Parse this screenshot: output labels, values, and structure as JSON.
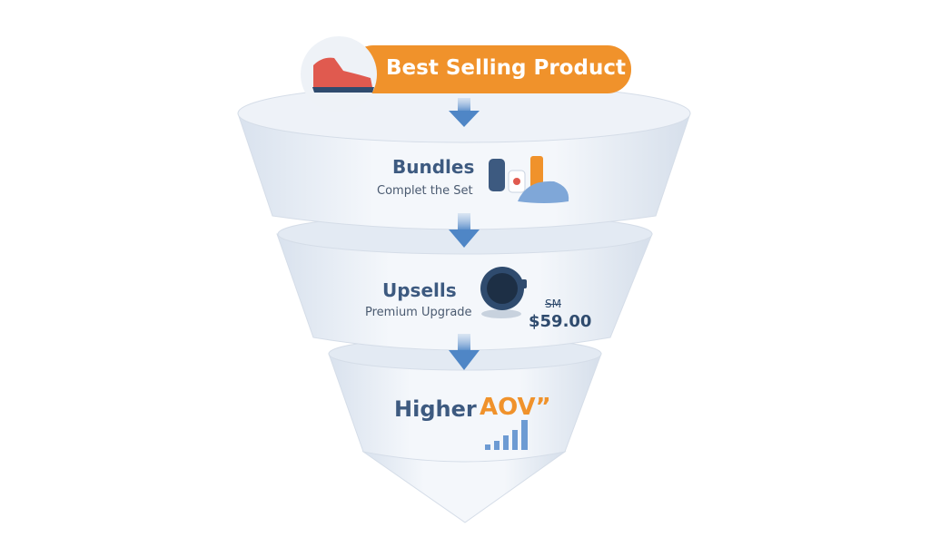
{
  "header": {
    "badge_label": "Best Selling Product",
    "icon": "sneaker-icon"
  },
  "tiers": [
    {
      "title": "Bundles",
      "subtitle": "Complet the Set",
      "icon": "bundle-products-icon"
    },
    {
      "title": "Upsells",
      "subtitle": "Premium Upgrade",
      "icon": "premium-watch-icon",
      "price_label": "SM",
      "price": "$59.00"
    },
    {
      "title": "Higher",
      "highlight": "AOV”",
      "icon": "growth-bars-icon"
    }
  ],
  "colors": {
    "accent": "#f0922b",
    "title": "#3d5a80",
    "arrow": "#4f86c6",
    "funnel": "#e8eef6"
  }
}
